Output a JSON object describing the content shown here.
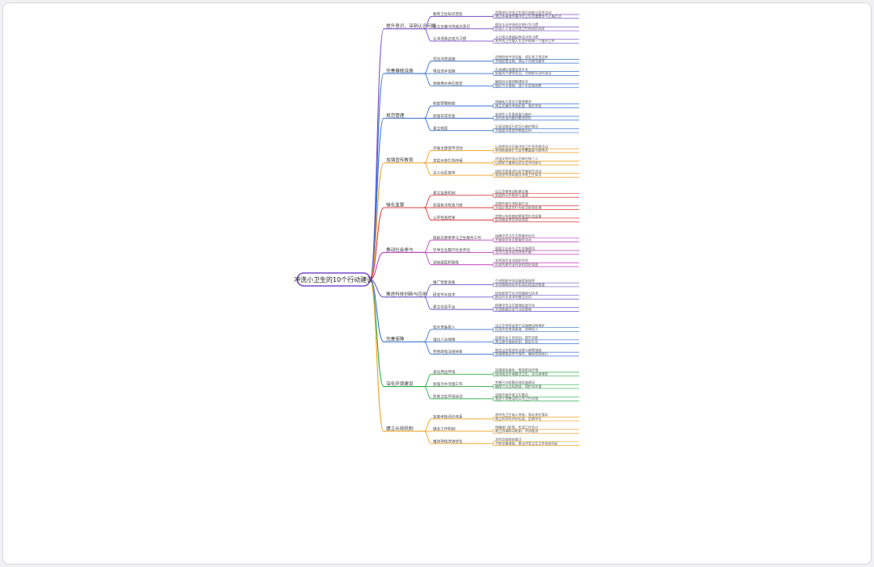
{
  "root": {
    "label": "冲洗小卫生的10个行动建议",
    "color": "#7c4dcc"
  },
  "branches": [
    {
      "label": "提升意识，深刻认识问题",
      "color": "#7c4dcc",
      "children": [
        {
          "label": "教育卫生知识普及",
          "leaves": [
            "定期举行冲洗卫生知识讲座与宣传活动",
            "通过多渠道传播冲洗卫生的重要性与正确方法"
          ]
        },
        {
          "label": "树立正确冲洗观念意识",
          "leaves": [
            "倡导主动冲洗的文明行为习惯",
            "形成人人关注冲洗卫生的良好风尚"
          ]
        },
        {
          "label": "让冲洗真正成为习惯",
          "leaves": [
            "从日常点滴做起养成冲洗习惯",
            "将冲洗卫生融入生活中的每一个细节之中"
          ]
        }
      ]
    },
    {
      "label": "完善基础设施",
      "color": "#3a73d6",
      "children": [
        {
          "label": "优化冲洗设施",
          "leaves": [
            "定期检修冲洗设备，保证其正常运转",
            "合理配置设施，满足不同使用需求"
          ]
        },
        {
          "label": "增设洗手设施",
          "leaves": [
            "在关键区域增设洗手台",
            "配备洗手液等用品，方便群众及时清洁"
          ]
        },
        {
          "label": "保障用水供应稳定",
          "leaves": [
            "确保供水管网畅通安全",
            "做好节水措施，减少水资源浪费"
          ]
        }
      ]
    },
    {
      "label": "规范管理",
      "color": "#3a73d6",
      "children": [
        {
          "label": "制定管理制度",
          "leaves": [
            "明确各方责任与管理要求",
            "建立完善的考核机制，落实奖惩"
          ]
        },
        {
          "label": "加强日常巡查",
          "leaves": [
            "安排专人负责巡查与维护",
            "及时发现问题并整改到位"
          ]
        },
        {
          "label": "建立档案",
          "leaves": [
            "记录设施运行状况与维护情况",
            "为管理决策提供数据支持"
          ]
        }
      ]
    },
    {
      "label": "加强宣传教育",
      "color": "#f0a020",
      "children": [
        {
          "label": "开展主题宣传活动",
          "leaves": [
            "以多种形式开展冲洗卫生宣传周活动",
            "利用新媒体扩大宣传覆盖面与影响力"
          ]
        },
        {
          "label": "发挥示范引领作用",
          "leaves": [
            "评选文明冲洗示范单位和个人",
            "以榜样力量带动全社会共同参与"
          ]
        },
        {
          "label": "深入社区宣传",
          "leaves": [
            "组织志愿者进社区开展宣传活动",
            "发放宣传资料普及冲洗卫生知识"
          ]
        }
      ]
    },
    {
      "label": "强化监督",
      "color": "#e03a3a",
      "children": [
        {
          "label": "建立监督机制",
          "leaves": [
            "设立举报电话和意见箱",
            "鼓励群众积极参与监督"
          ]
        },
        {
          "label": "加强执法检查力度",
          "leaves": [
            "定期开展专项检查行动",
            "对违反规定的行为依法依规处理"
          ]
        },
        {
          "label": "公开检查结果",
          "leaves": [
            "定期公布检查结果接受社会监督",
            "促进相关单位持续改进"
          ]
        }
      ]
    },
    {
      "label": "推动社会参与",
      "color": "#c040c0",
      "children": [
        {
          "label": "鼓励志愿者参与卫生服务工作",
          "leaves": [
            "组建冲洗卫生志愿服务队伍",
            "开展常态化志愿服务活动"
          ]
        },
        {
          "label": "引导企业履行社会责任",
          "leaves": [
            "鼓励企业参与卫生设施建设",
            "支持公益项目的持续开展"
          ]
        },
        {
          "label": "调动居民积极性",
          "leaves": [
            "发挥居民自治组织作用",
            "形成共建共治共享的良好局面"
          ]
        }
      ]
    },
    {
      "label": "推进科技创新与应用",
      "color": "#6a5acd",
      "children": [
        {
          "label": "推广智能设备",
          "leaves": [
            "引进智能冲洗设备提高效率",
            "利用物联网技术实现远程监控管理"
          ]
        },
        {
          "label": "研发节水技术",
          "leaves": [
            "研发新型节水冲洗器具与技术",
            "推动节水技术的普及应用"
          ]
        },
        {
          "label": "建立信息平台",
          "leaves": [
            "搭建冲洗卫生管理信息平台",
            "实现数据共享与动态管理"
          ]
        }
      ]
    },
    {
      "label": "完善保障",
      "color": "#3a73d6",
      "children": [
        {
          "label": "加大资金投入",
          "leaves": [
            "设立专项资金用于设施建设和维护",
            "拓宽资金来源渠道，保障投入"
          ]
        },
        {
          "label": "强化人员保障",
          "leaves": [
            "加强专业人员培训，提升技能",
            "建立健全激励机制，稳定队伍"
          ]
        },
        {
          "label": "完善政策法规体系",
          "leaves": [
            "制定出台相关的法规与政策措施",
            "加强政策宣传与落实，确保有效执行"
          ]
        }
      ]
    },
    {
      "label": "深化环境建设",
      "color": "#2bb04a",
      "children": [
        {
          "label": "美化周边环境",
          "leaves": [
            "加强绿化美化，营造舒适环境",
            "保持周边环境整洁卫生，无垃圾堆积"
          ]
        },
        {
          "label": "加强污水治理工作",
          "leaves": [
            "完善污水收集处理设施建设",
            "确保污水达标排放，保护水环境"
          ]
        },
        {
          "label": "改善卫生环境状况",
          "leaves": [
            "定期开展环境卫生整治",
            "营造干净整洁的公共卫生环境"
          ]
        }
      ]
    },
    {
      "label": "建立长效机制",
      "color": "#f0a020",
      "children": [
        {
          "label": "完善考核评价体系",
          "leaves": [
            "将冲洗卫生纳入考核，强化责任落实",
            "建立科学的评价标准，定期评估"
          ]
        },
        {
          "label": "健全工作机制",
          "leaves": [
            "明确部门职责，形成工作合力",
            "建立协调联动机制，共同推进"
          ]
        },
        {
          "label": "推动持续改进优化",
          "leaves": [
            "及时总结经验做法",
            "不断完善措施，推动冲洗卫生工作持续向好"
          ]
        }
      ]
    }
  ]
}
